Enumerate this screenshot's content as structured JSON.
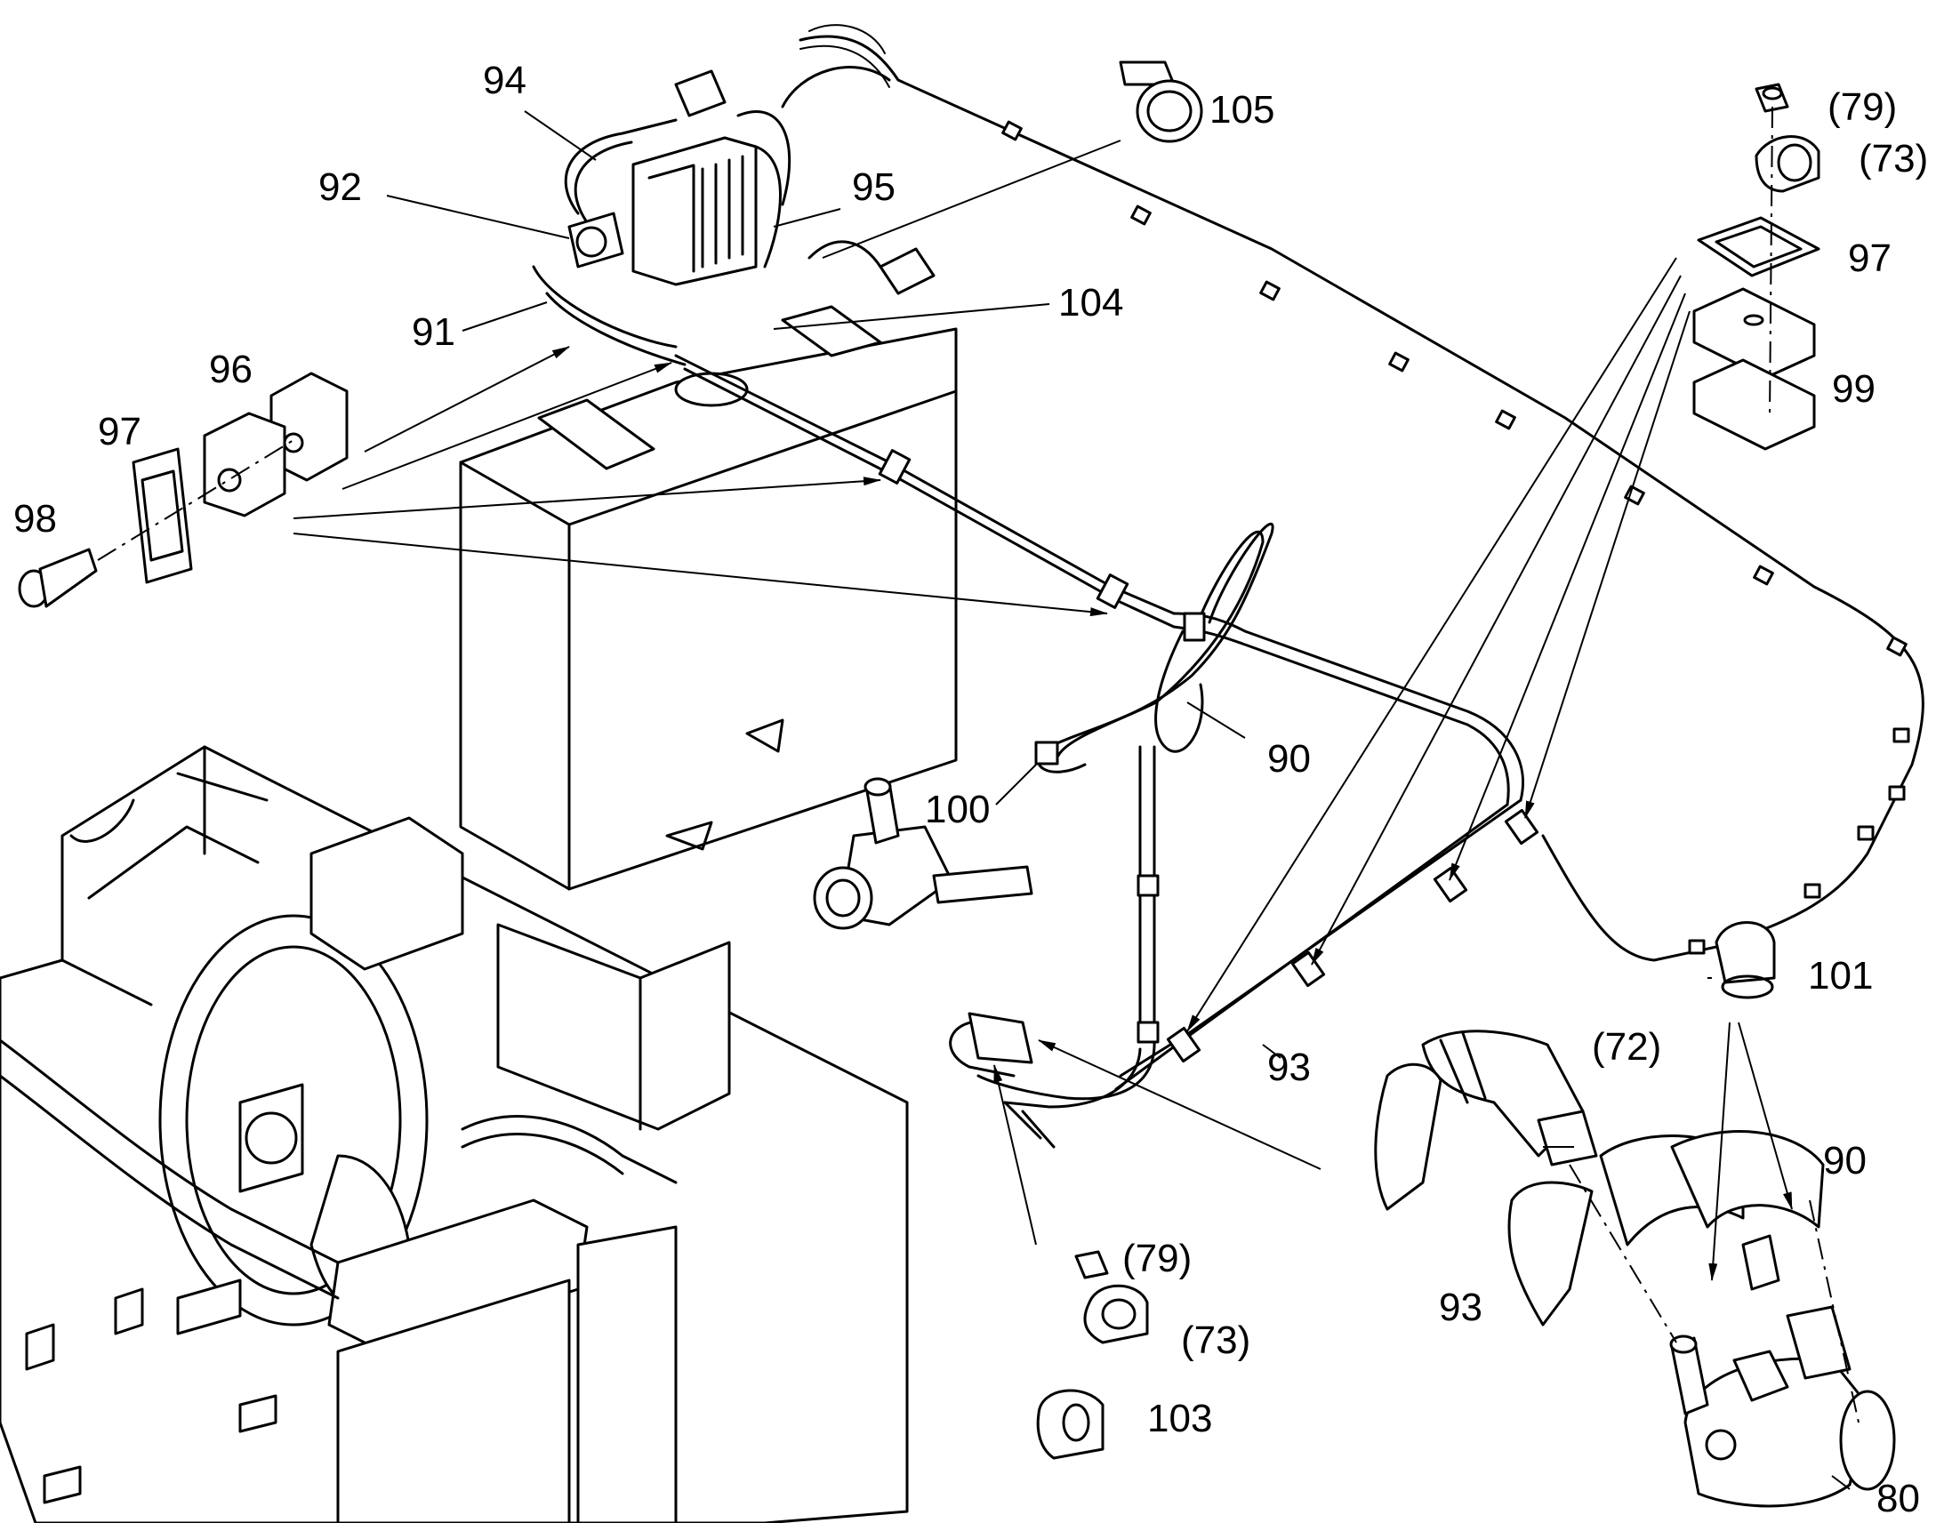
{
  "labels": {
    "p94": "94",
    "p92": "92",
    "p95": "95",
    "p91": "91",
    "p105": "105",
    "p104": "104",
    "p96": "96",
    "p97a": "97",
    "p98": "98",
    "p79a": "(79)",
    "p73a": "(73)",
    "p97b": "97",
    "p99": "99",
    "p90a": "90",
    "p100": "100",
    "p93a": "93",
    "p101": "101",
    "p72": "(72)",
    "p90b": "90",
    "p93b": "93",
    "p79b": "(79)",
    "p73b": "(73)",
    "p103": "103",
    "p80": "80"
  }
}
